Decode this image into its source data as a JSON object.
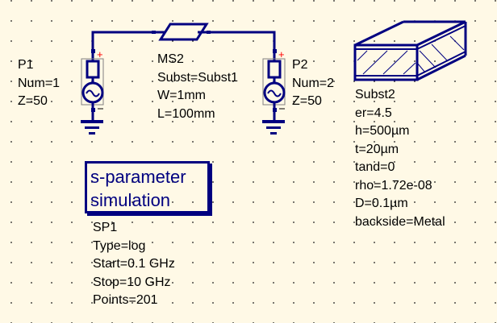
{
  "schematic": {
    "wire_color": "#000080",
    "background_color": "#fff9e6",
    "components": {
      "p1": {
        "type": "power-source-port",
        "lines": [
          "P1",
          "Num=1",
          "Z=50"
        ],
        "plus": "+",
        "minus": "−"
      },
      "p2": {
        "type": "power-source-port",
        "lines": [
          "P2",
          "Num=2",
          "Z=50"
        ],
        "plus": "+",
        "minus": "−"
      },
      "ms2": {
        "type": "microstrip-line",
        "lines": [
          "MS2",
          "Subst=Subst1",
          "W=1mm",
          "L=100mm"
        ]
      },
      "subst2": {
        "type": "substrate",
        "lines": [
          "Subst2",
          "er=4.5",
          "h=500µm",
          "t=20µm",
          "tand=0",
          "rho=1.72e-08",
          "D=0.1µm",
          "backside=Metal"
        ]
      },
      "sp1": {
        "type": "s-parameter-simulation",
        "box_lines": [
          "s-parameter",
          "simulation"
        ],
        "lines": [
          "SP1",
          "Type=log",
          "Start=0.1 GHz",
          "Stop=10 GHz",
          "Points=201"
        ]
      }
    }
  }
}
